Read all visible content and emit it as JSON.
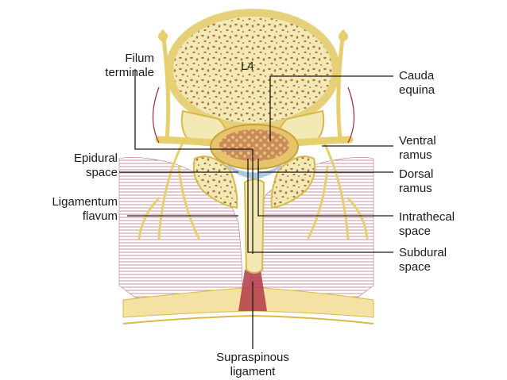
{
  "diagram": {
    "vertebra_label": "L4",
    "labels": {
      "filum_terminale": [
        "Filum",
        "terminale"
      ],
      "epidural_space": [
        "Epidural",
        "space"
      ],
      "ligamentum_flavum": [
        "Ligamentum",
        "flavum"
      ],
      "cauda_equina": [
        "Cauda",
        "equina"
      ],
      "ventral_ramus": [
        "Ventral",
        "ramus"
      ],
      "dorsal_ramus": [
        "Dorsal",
        "ramus"
      ],
      "intrathecal_space": [
        "Intrathecal",
        "space"
      ],
      "subdural_space": [
        "Subdural",
        "space"
      ],
      "supraspinous_ligament": [
        "Supraspinous",
        "ligament"
      ]
    },
    "colors": {
      "bone": "#f3e9b4",
      "bone_outline": "#d9b94a",
      "marrow_dots": "#a8774a",
      "dura": "#e7c46a",
      "cauda": "#c98b5a",
      "epidural_fat": "#aac9e0",
      "muscle_lines": "#b07a86",
      "nerve": "#e8cf6e",
      "ligament_red": "#9c2a3a",
      "leader": "#1a1a1a"
    }
  }
}
